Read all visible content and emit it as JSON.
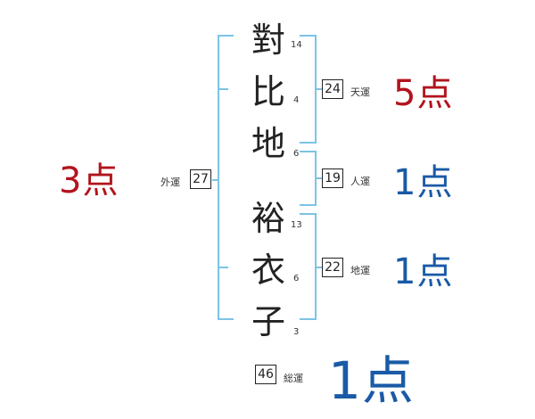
{
  "name_chars": [
    {
      "char": "對",
      "strokes": "14"
    },
    {
      "char": "比",
      "strokes": "4"
    },
    {
      "char": "地",
      "strokes": "6"
    },
    {
      "char": "裕",
      "strokes": "13"
    },
    {
      "char": "衣",
      "strokes": "6"
    },
    {
      "char": "子",
      "strokes": "3"
    }
  ],
  "gaiun": {
    "label": "外運",
    "value": "27",
    "score": "3点"
  },
  "tenun": {
    "label": "天運",
    "value": "24",
    "score": "5点"
  },
  "jinun": {
    "label": "人運",
    "value": "19",
    "score": "1点"
  },
  "chiun": {
    "label": "地運",
    "value": "22",
    "score": "1点"
  },
  "souun": {
    "label": "総運",
    "value": "46",
    "score": "1点"
  },
  "colors": {
    "red": "#b2141d",
    "blue": "#1a5aa6",
    "bracket": "#7cc3e6"
  }
}
